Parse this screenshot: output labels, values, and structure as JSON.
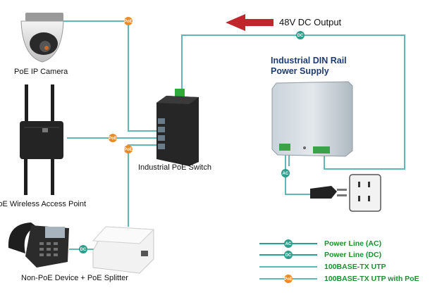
{
  "diagram": {
    "output_label": "48V DC Output",
    "psu_title_line1": "Industrial DIN Rail",
    "psu_title_line2": "Power Supply",
    "devices": {
      "camera": "PoE IP Camera",
      "access_point": "PoE Wireless Access Point",
      "switch": "Industrial PoE Switch",
      "splitter": "Non-PoE Device + PoE Splitter"
    },
    "badges": {
      "poe": "PoE",
      "dc": "DC",
      "ac": "AC"
    },
    "legend": [
      {
        "label": "Power Line (AC)",
        "badge": "AC"
      },
      {
        "label": "Power Line (DC)",
        "badge": "DC"
      },
      {
        "label": "100BASE-TX UTP",
        "badge": ""
      },
      {
        "label": "100BASE-TX UTP with PoE",
        "badge": "PoE"
      }
    ],
    "colors": {
      "utp_line": "#5fb8b4",
      "dc_line": "#2f9d8c",
      "poe_badge": "#f08a24",
      "title": "#1e3b73",
      "legend_text": "#1c8f2f",
      "arrow": "#c0262c"
    }
  }
}
